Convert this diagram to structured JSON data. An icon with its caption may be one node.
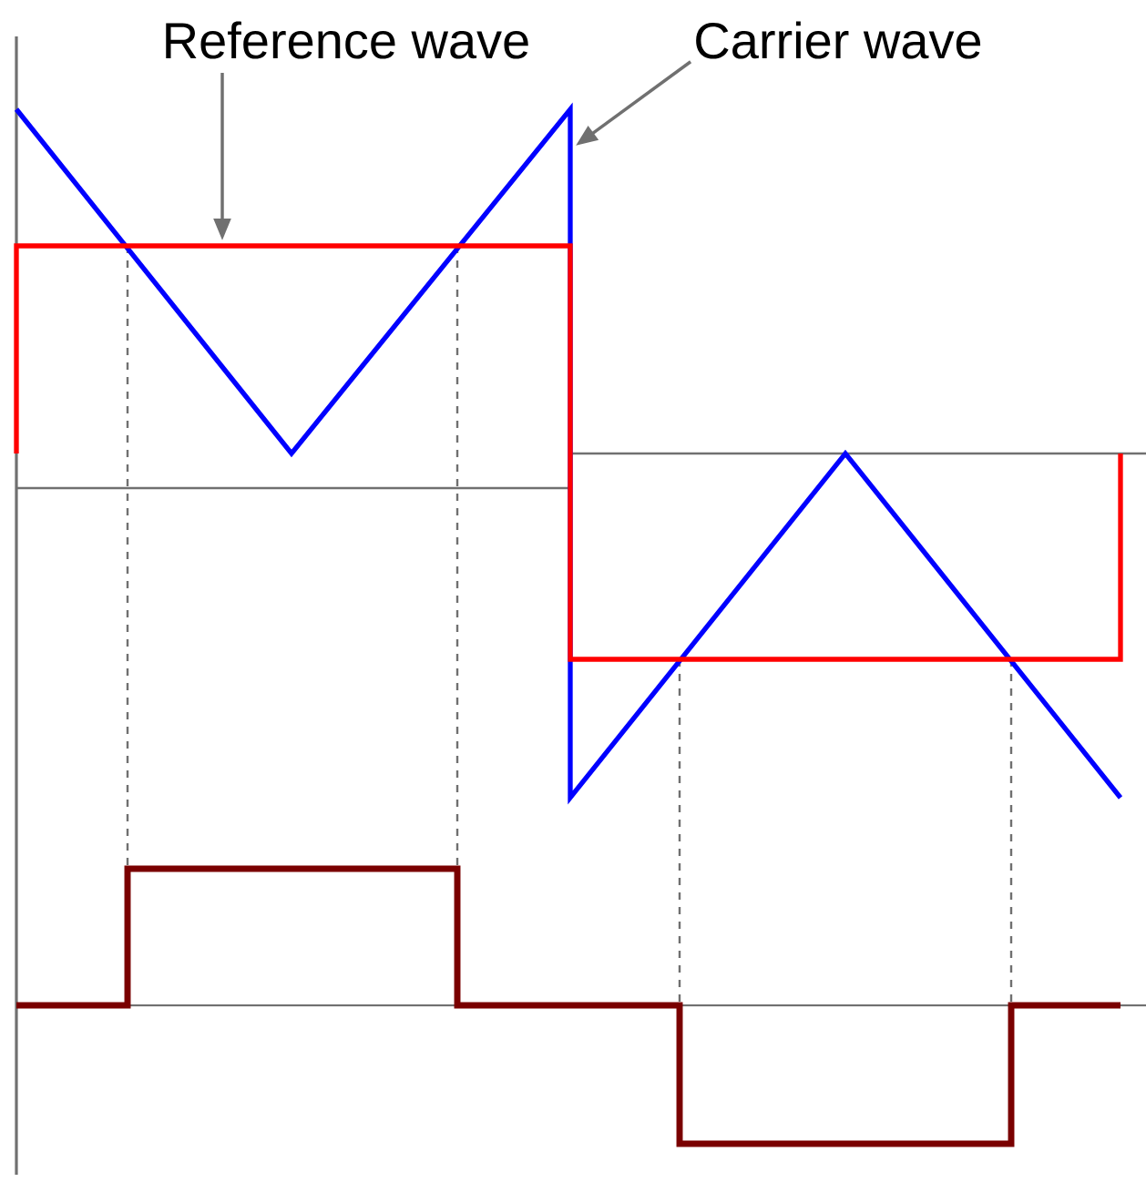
{
  "diagram": {
    "nodes": [
      {
        "text": [
          "Reference wave"
        ]
      },
      {
        "text": [
          "Carrier wave"
        ]
      }
    ],
    "edges": [
      {
        "from": 0,
        "to": null,
        "arrow": "to"
      },
      {
        "from": 1,
        "to": null,
        "arrow": "to"
      }
    ]
  }
}
